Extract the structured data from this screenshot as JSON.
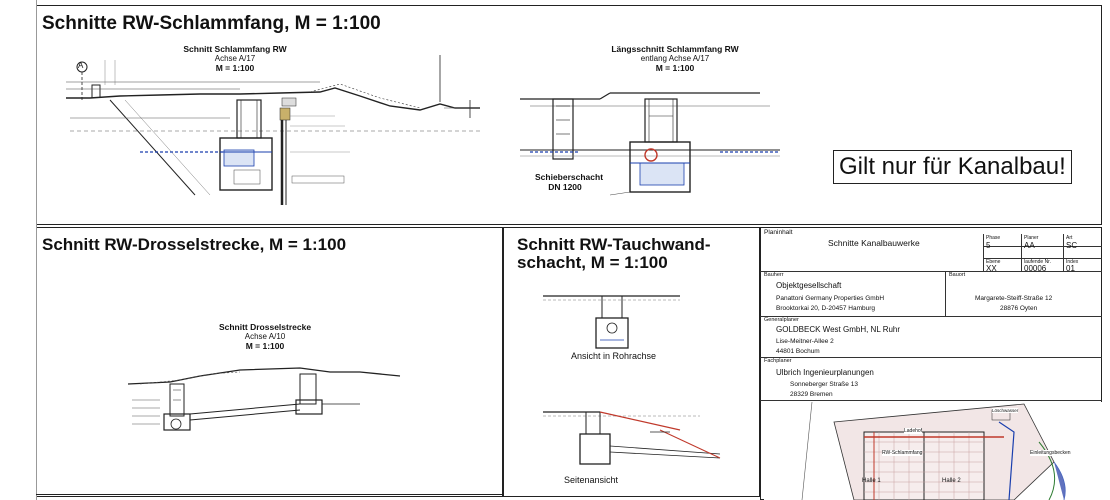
{
  "sections": {
    "schlammfang": {
      "title": "Schnitte RW-Schlammfang, M = 1:100",
      "left_sub": {
        "title": "Schnitt Schlammfang RW",
        "axis": "Achse A/17",
        "scale": "M = 1:100"
      },
      "right_sub": {
        "title": "Längsschnitt Schlammfang RW",
        "axis": "entlang Achse A/17",
        "scale": "M = 1:100"
      },
      "shaft_label": "Schieberschacht",
      "shaft_dn": "DN 1200",
      "axis_marker": "A"
    },
    "drossel": {
      "title": "Schnitt RW-Drosselstrecke, M = 1:100",
      "sub": {
        "title": "Schnitt Drosselstrecke",
        "axis": "Achse A/10",
        "scale": "M = 1:100"
      }
    },
    "tauchwand": {
      "title_line1": "Schnitt RW-Tauchwand-",
      "title_line2": "schacht, M = 1:100",
      "view1": "Ansicht in Rohrachse",
      "view2": "Seitenansicht"
    }
  },
  "note": "Gilt nur für Kanalbau!",
  "title_block": {
    "plan_header": "Planinhalt",
    "plan_name": "Schnitte Kanalbauwerke",
    "phase_label": "Phase",
    "phase": "5",
    "planer_label": "Planer",
    "planer": "AA",
    "art_label": "Art",
    "art": "SC",
    "ebene_label": "Ebene",
    "ebene": "XX",
    "lfd_label": "laufende Nr.",
    "lfd": "00006",
    "index_label": "Index",
    "index": "01",
    "bauherr_label": "Bauherr",
    "bauherr_name": "Objektgesellschaft",
    "bauherr_line2": "Panattoni Germany Properties GmbH",
    "bauherr_line3": "Brooktorkai 20, D-20457 Hamburg",
    "bauort_label": "Bauort",
    "bauort_line1": "Margarete-Steiff-Straße 12",
    "bauort_line2": "28876 Oyten",
    "gp_label": "Generalplaner",
    "gp_name": "GOLDBECK West GmbH, NL Ruhr",
    "gp_line2": "Lise-Meitner-Allee 2",
    "gp_line3": "44801 Bochum",
    "fp_label": "Fachplaner",
    "fp_name": "Ulbrich Ingenieurplanungen",
    "fp_line2": "Sonneberger Straße 13",
    "fp_line3": "28329 Bremen"
  },
  "site_plan": {
    "label_halle1": "Halle 1",
    "label_halle2": "Halle 2",
    "label_schlammfang": "RW-Schlammfang",
    "label_ladehof": "Ladehof",
    "label_einleitung": "Einleitungsbecken",
    "label_loeschwasser": "Löschwasser"
  }
}
